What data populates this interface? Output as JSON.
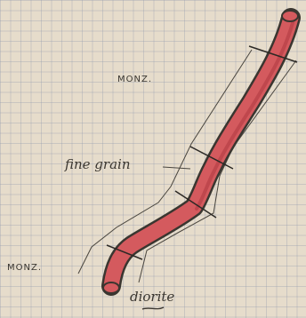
{
  "sketch": {
    "labels": {
      "monz_top": "MONZ.",
      "fine_grain": "fine grain",
      "monz_bottom": "MONZ.",
      "diorite": "diorite"
    },
    "colors": {
      "paper": "#e6dccb",
      "dike_fill": "#d45a5e",
      "outline": "#3a3630"
    }
  }
}
